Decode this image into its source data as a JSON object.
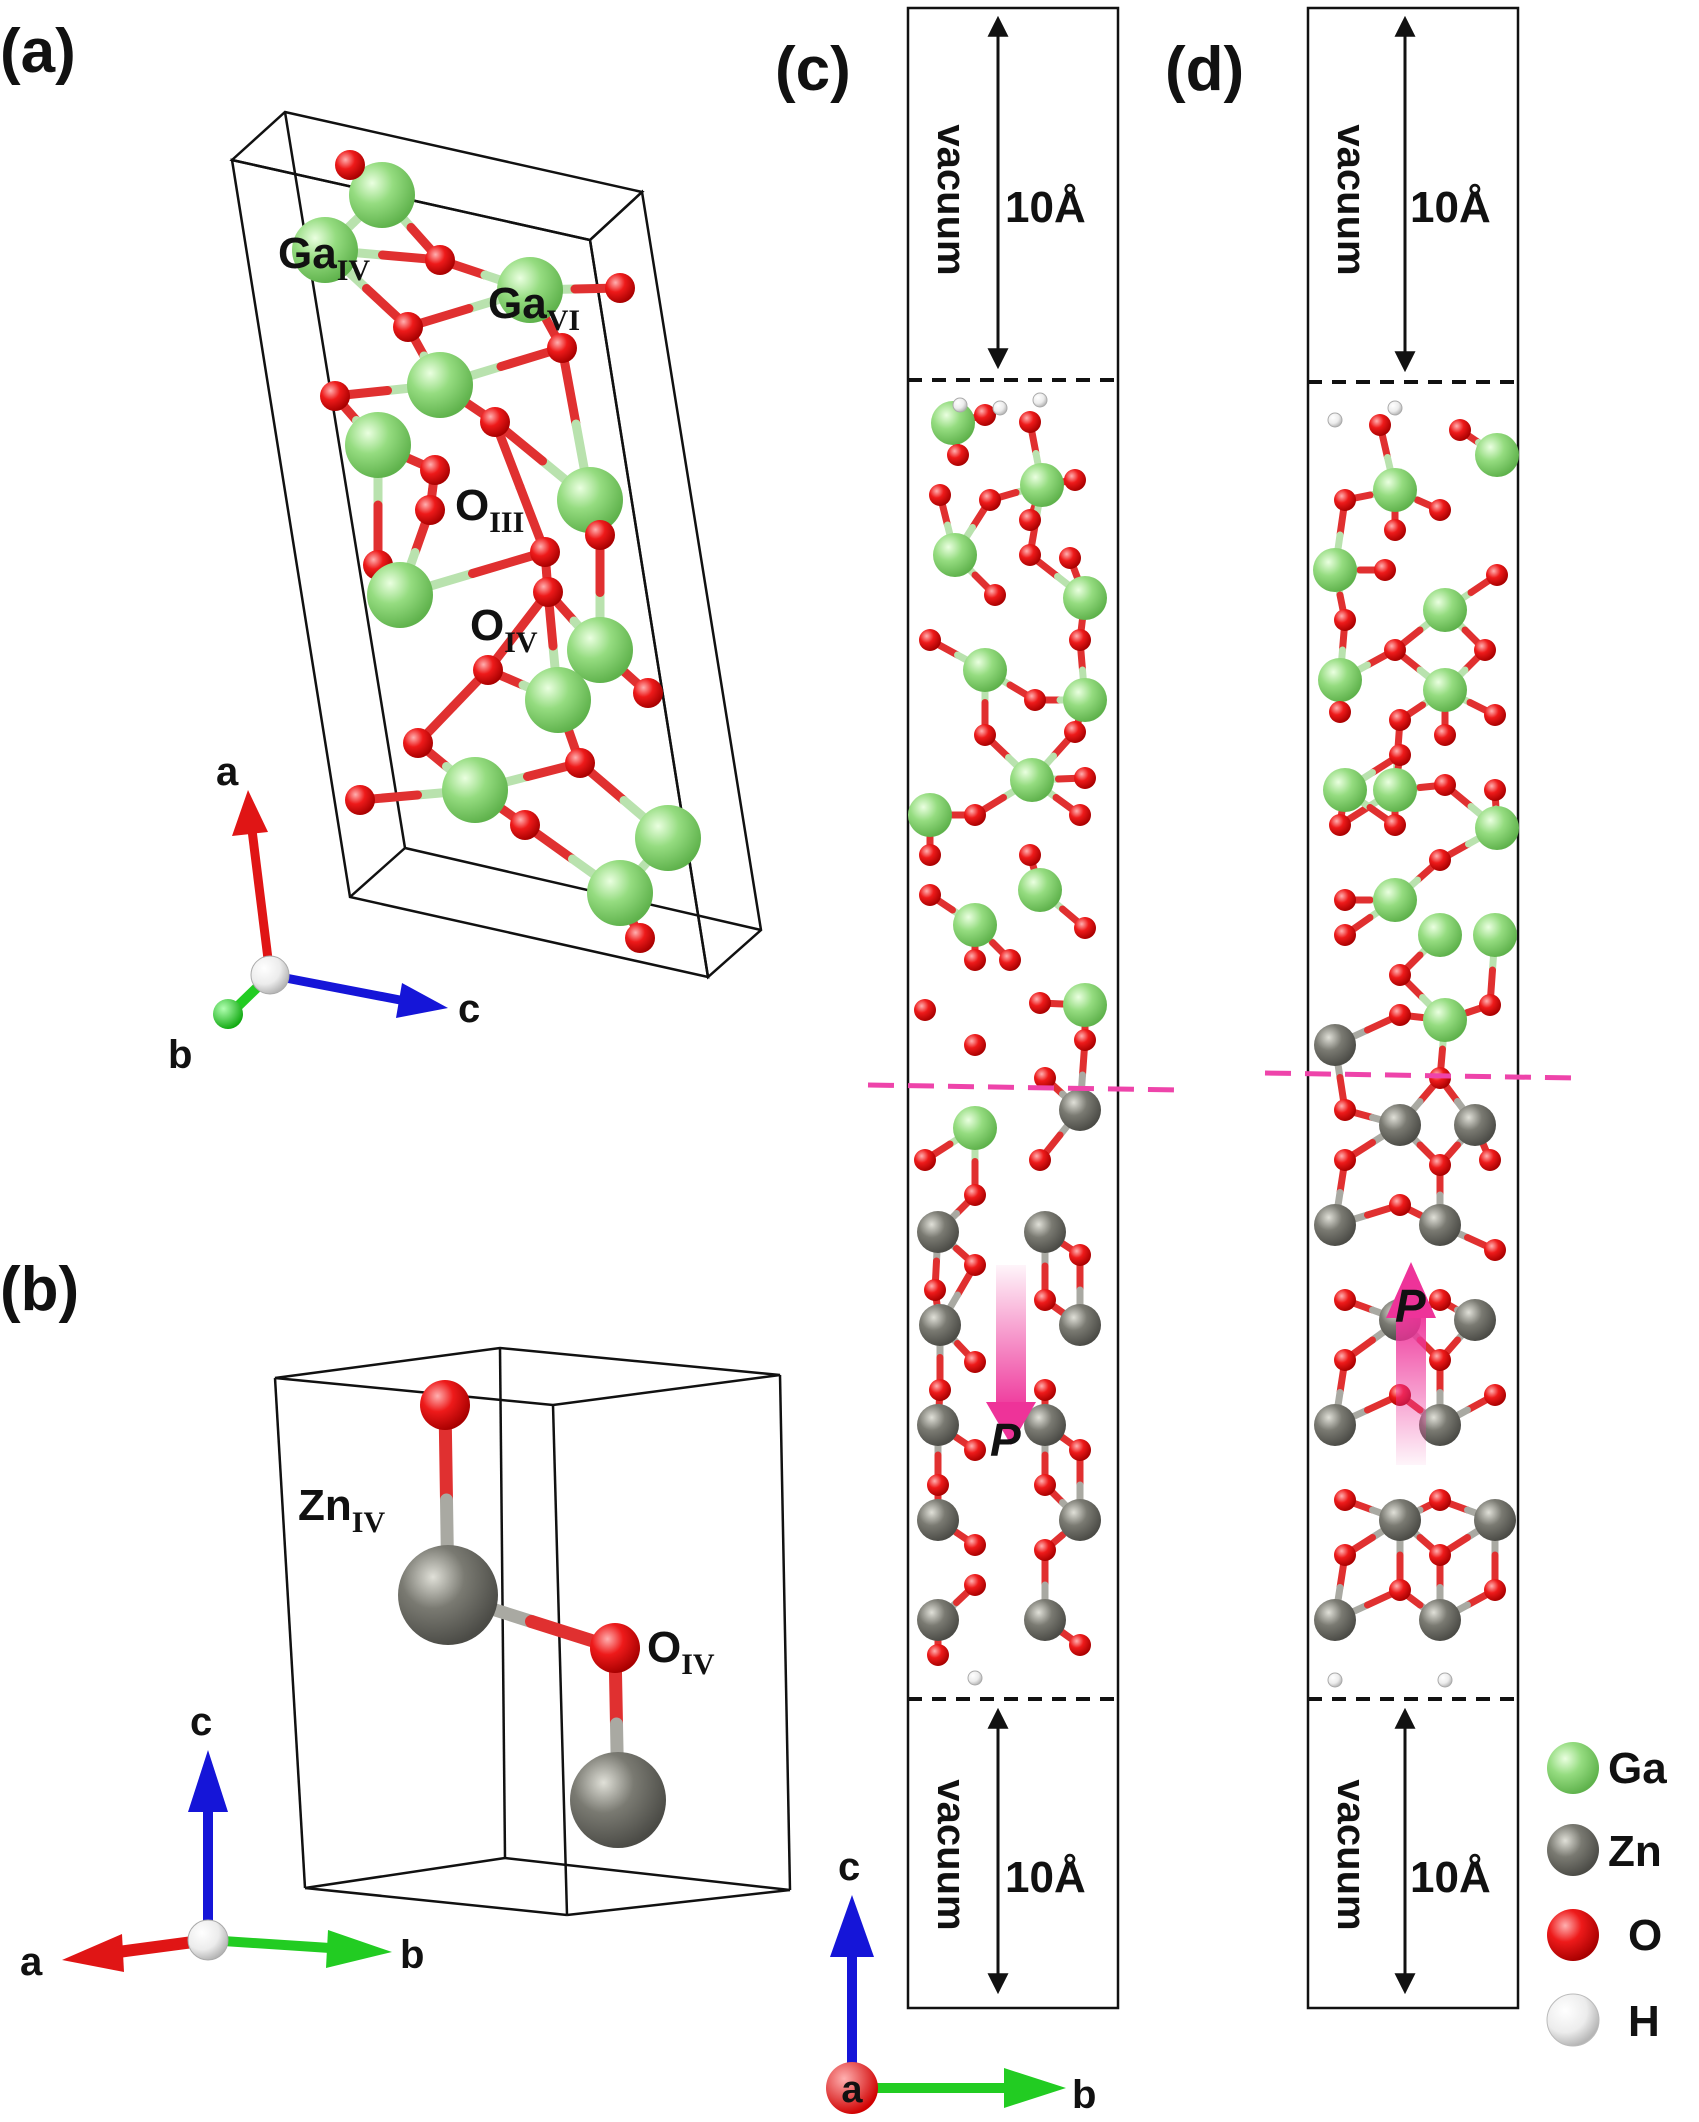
{
  "colors": {
    "ga": "#7fd46a",
    "ga_light": "#d4f5c8",
    "ga_stroke": "#4f9e3f",
    "zn": "#6d6d66",
    "zn_light": "#c8c8c0",
    "zn_stroke": "#4a4a45",
    "o": "#e01010",
    "o_light": "#ff9a9a",
    "o_stroke": "#a00000",
    "h": "#e8e8e8",
    "h_light": "#ffffff",
    "h_stroke": "#aaaaaa",
    "bond_ga": "#b9e2ae",
    "bond_o": "#e03030",
    "bond_zn": "#a9a9a2",
    "axis_red": "#e01515",
    "axis_green": "#22cc22",
    "axis_blue": "#1515d8",
    "interface": "#ee44aa",
    "polar": "#ee3399"
  },
  "panels": {
    "a": {
      "label": "(a)",
      "site_labels": [
        {
          "main": "Ga",
          "sub": "IV"
        },
        {
          "main": "Ga",
          "sub": "VI"
        },
        {
          "main": "O",
          "sub": "III"
        },
        {
          "main": "O",
          "sub": "IV"
        }
      ],
      "axes": {
        "a": "a",
        "b": "b",
        "c": "c"
      }
    },
    "b": {
      "label": "(b)",
      "site_labels": [
        {
          "main": "Zn",
          "sub": "IV"
        },
        {
          "main": "O",
          "sub": "IV"
        }
      ],
      "axes": {
        "a": "a",
        "b": "b",
        "c": "c"
      }
    },
    "c": {
      "label": "(c)",
      "vacuum_top": "vacuum",
      "thickness_top": "10Å",
      "vacuum_bottom": "vacuum",
      "thickness_bottom": "10Å",
      "polarization": "P",
      "axes": {
        "a": "a",
        "b": "b",
        "c": "c"
      }
    },
    "d": {
      "label": "(d)",
      "vacuum_top": "vacuum",
      "thickness_top": "10Å",
      "vacuum_bottom": "vacuum",
      "thickness_bottom": "10Å",
      "polarization": "P"
    }
  },
  "legend": [
    {
      "element": "ga",
      "label": "Ga"
    },
    {
      "element": "zn",
      "label": "Zn"
    },
    {
      "element": "o",
      "label": "O"
    },
    {
      "element": "h",
      "label": "H"
    }
  ]
}
